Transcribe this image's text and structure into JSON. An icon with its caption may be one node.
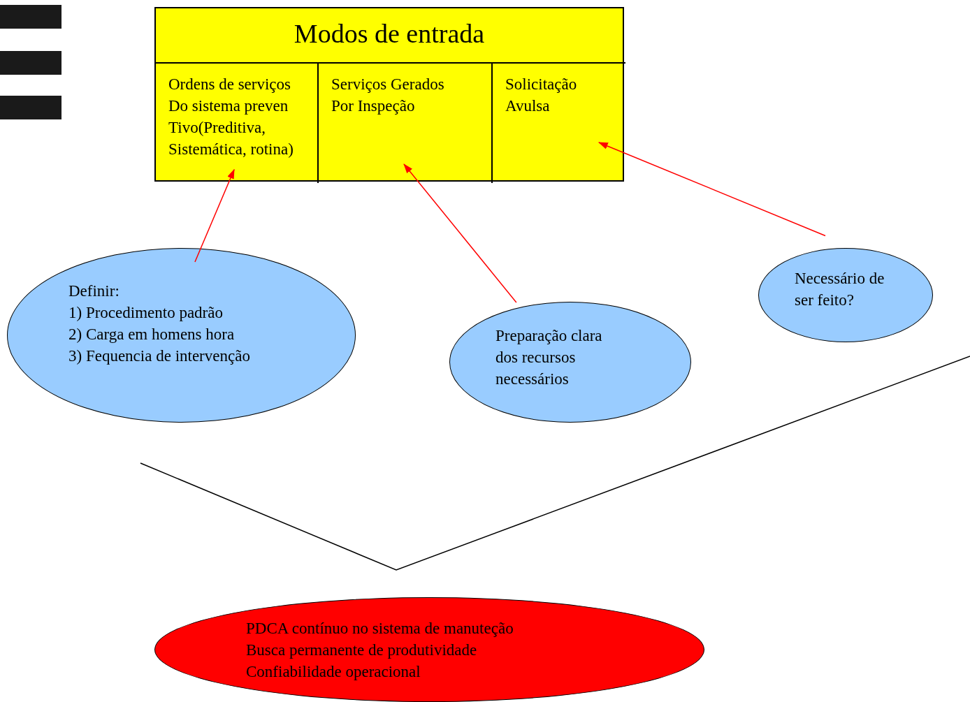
{
  "diagram": {
    "nodes": [
      {
        "text": [
          "Modos de entrada"
        ]
      },
      {
        "text": [
          "Ordens de serviços Do sistema preven Tivo(Preditiva, Sistemática, rotina)"
        ],
        "in": 0
      },
      {
        "text": [
          "Serviços Gerados Por Inspeção"
        ],
        "in": 0
      },
      {
        "text": [
          "Solicitação Avulsa"
        ],
        "in": 0
      },
      {
        "text": [
          "Definir:",
          "1) Procedimento padrão",
          "2) Carga em homens hora",
          "3) Fequencia de intervenção"
        ]
      },
      {
        "text": [
          "Preparação clara dos recursos necessários"
        ]
      },
      {
        "text": [
          "Necessário de ser feito?"
        ]
      },
      {
        "text": [
          "PDCA contínuo no sistema de manuteção",
          "Busca permanente de produtividade",
          "Confiabilidade operacional"
        ]
      }
    ],
    "edges": [
      {
        "from": 4,
        "to": 1,
        "arrow": "to"
      },
      {
        "from": 5,
        "to": 2,
        "arrow": "to"
      },
      {
        "from": 6,
        "to": 3,
        "arrow": "to"
      }
    ]
  }
}
